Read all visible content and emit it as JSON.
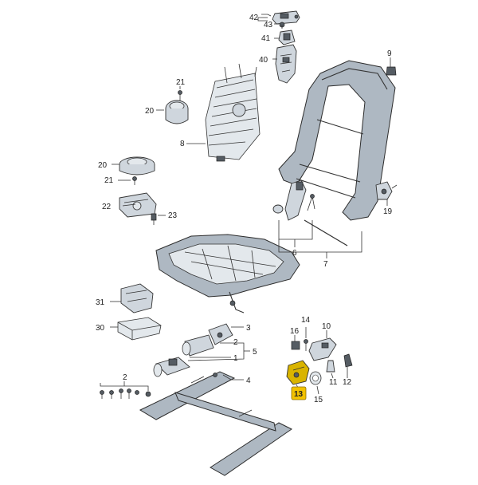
{
  "highlight_color": "#f2c200",
  "callouts": {
    "c42": "42",
    "c43": "43",
    "c41": "41",
    "c40": "40",
    "c9": "9",
    "c21a": "21",
    "c20a": "20",
    "c8": "8",
    "c20b": "20",
    "c21b": "21",
    "c22": "22",
    "c23": "23",
    "c19": "19",
    "c6": "6",
    "c7": "7",
    "c31": "31",
    "c30": "30",
    "c3": "3",
    "c2a": "2",
    "c5": "5",
    "c1": "1",
    "c4": "4",
    "c2b": "2",
    "c14": "14",
    "c16": "16",
    "c10": "10",
    "c11": "11",
    "c12": "12",
    "c15": "15",
    "c13": "13"
  }
}
